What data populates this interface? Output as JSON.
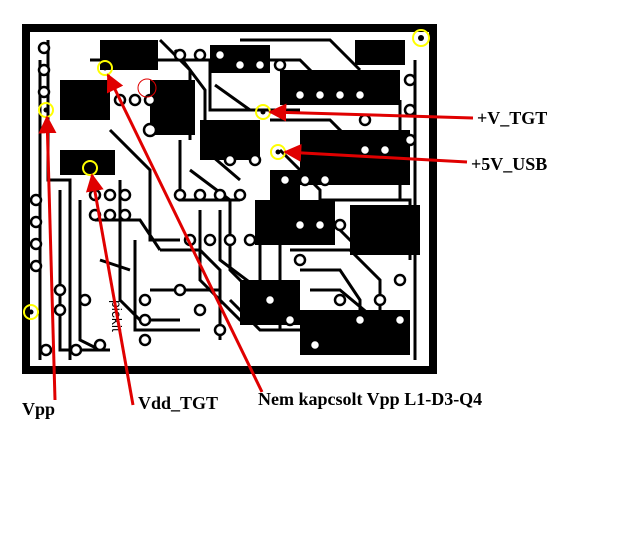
{
  "labels": {
    "v_tgt": "+V_TGT",
    "v_usb": "+5V_USB",
    "vpp": "Vpp",
    "vdd_tgt": "Vdd_TGT",
    "nem_kapcsolt": "Nem kapcsolt Vpp L1-D3-Q4"
  },
  "silkscreen_text": "pickit",
  "colors": {
    "copper": "#000000",
    "background": "#ffffff",
    "arrow": "#e00000",
    "marker": "#ffff00"
  }
}
